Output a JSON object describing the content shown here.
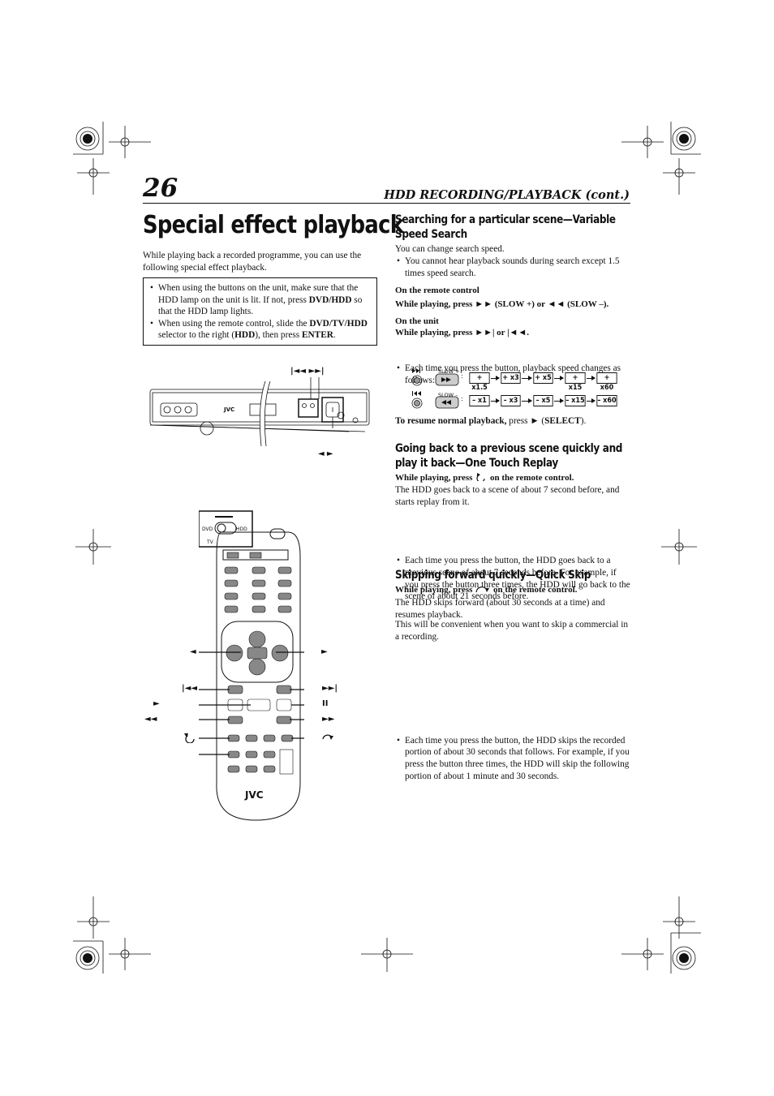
{
  "header": {
    "page_number": "26",
    "section_title": "HDD RECORDING/PLAYBACK (cont.)"
  },
  "main": {
    "title": "Special effect playback",
    "intro": "While playing back a recorded programme, you can use the following special effect playback.",
    "notes": [
      {
        "pre": "When using the buttons on the unit, make sure that the HDD lamp on the unit is lit. If not, press ",
        "bold1": "DVD/HDD",
        "post": " so that the HDD lamp lights."
      },
      {
        "pre": "When using the remote control, slide the ",
        "bold1": "DVD/TV/HDD",
        "mid": " selector to the right (",
        "bold2": "HDD",
        "mid2": "), then press ",
        "bold3": "ENTER",
        "post": "."
      }
    ]
  },
  "variable_search": {
    "heading": "Searching for a particular scene—Variable Speed Search",
    "intro": "You can change search speed.",
    "bullet": "You cannot hear playback sounds during search except 1.5 times speed search.",
    "remote_label": "On the remote control",
    "remote_instruction": "While playing, press ►► (SLOW +) or ◄◄ (SLOW –).",
    "unit_label": "On the unit",
    "unit_instruction": "While playing, press ►►| or |◄◄.",
    "unit_bullet": "Each time you press the button, playback speed changes as follows:",
    "slow_plus_label": "SLOW +",
    "slow_minus_label": "SLOW –",
    "forward_speeds": [
      "+ x1.5",
      "+ x3",
      "+ x5",
      "+ x15",
      "+ x60"
    ],
    "reverse_speeds": [
      "– x1",
      "– x3",
      "– x5",
      "– x15",
      "– x60"
    ],
    "resume_bold": "To resume normal playback,",
    "resume_rest": " press ► (",
    "resume_key": "SELECT",
    "resume_end": ")."
  },
  "one_touch": {
    "heading": "Going back to a previous scene quickly and play it back—One Touch Replay",
    "instruction_pre": "While playing, press",
    "instruction_post": "on the remote control.",
    "text": "The HDD goes back to a scene of about 7 second before, and starts replay from it.",
    "bullet": "Each time you press the button, the HDD goes back to a previous scene of about 7 seconds before. For example, if you press the button three times, the HDD will go back to the scene of about 21 seconds before."
  },
  "quick_skip": {
    "heading": "Skipping forward quickly—Quick Skip",
    "instruction_pre": "While playing, press",
    "instruction_post": "on the remote control.",
    "text1": "The HDD skips forward (about 30 seconds at a time) and resumes playback.",
    "text2": "This will be convenient when you want to skip a commercial in a recording.",
    "bullet": "Each time you press the button, the HDD skips the recorded portion of about 30 seconds that follows. For example, if you press the button three times, the HDD will skip the following portion of about 1 minute and 30 seconds."
  },
  "illustration": {
    "unit_skip_labels": "|◄◄   ►►|",
    "unit_arrow_labels": "◄  ►",
    "brand": "JVC",
    "selector_dvd": "DVD",
    "selector_tv": "TV",
    "selector_hdd": "HDD",
    "remote_left": [
      "◄",
      "|◄◄",
      "►",
      "◄◄"
    ],
    "remote_right": [
      "►",
      "►►|",
      "II",
      "►►"
    ]
  }
}
